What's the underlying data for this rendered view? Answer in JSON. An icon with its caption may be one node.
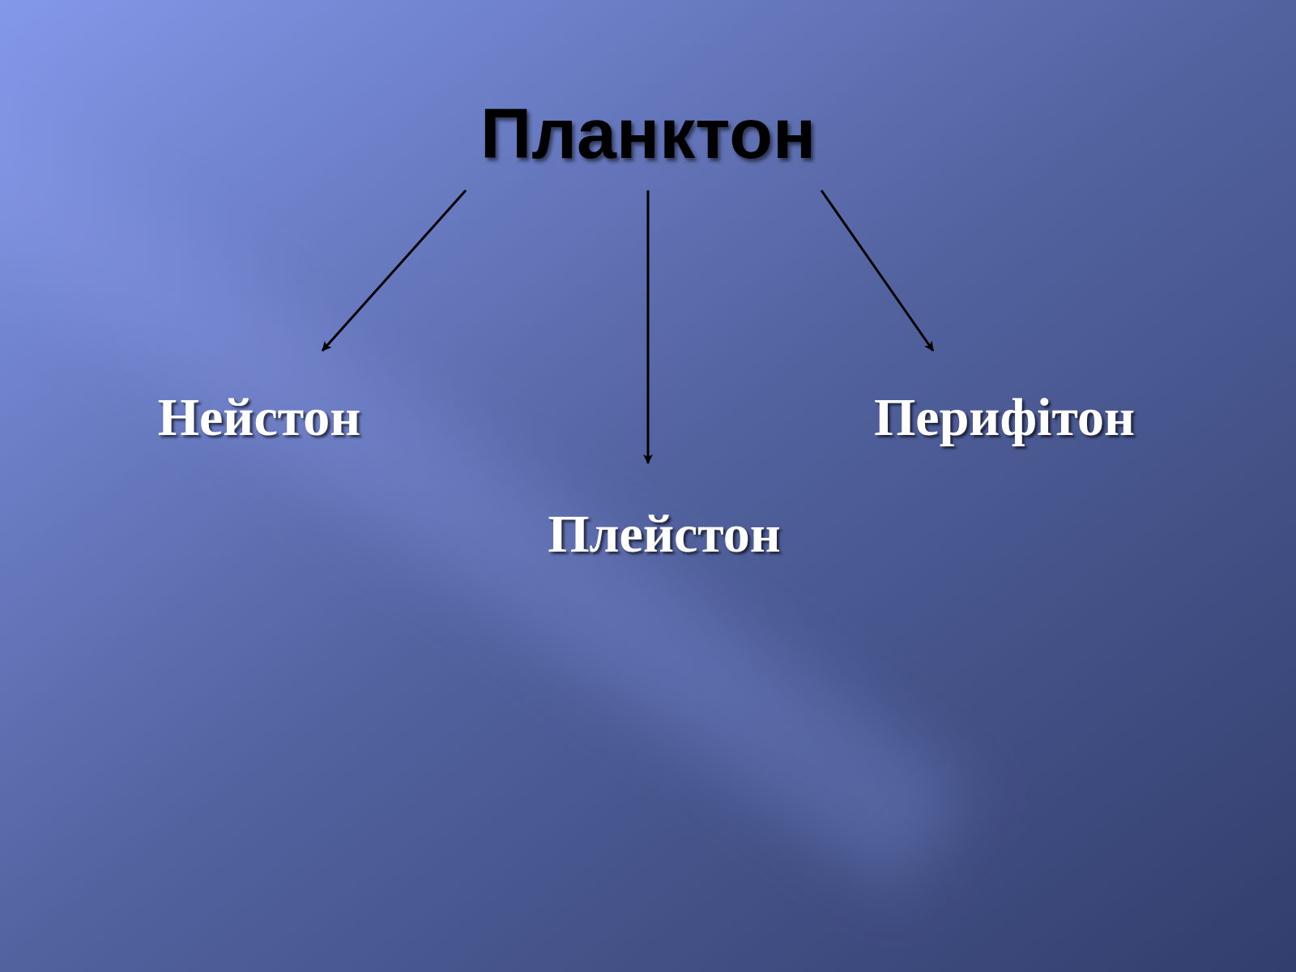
{
  "diagram": {
    "nodes": [
      {
        "text": [
          "Планктон"
        ]
      },
      {
        "text": [
          "Нейстон"
        ]
      },
      {
        "text": [
          "Плейстон"
        ]
      },
      {
        "text": [
          "Перифітон"
        ]
      }
    ],
    "edges": [
      {
        "from": 0,
        "to": 1,
        "arrow": "to"
      },
      {
        "from": 0,
        "to": 2,
        "arrow": "to"
      },
      {
        "from": 0,
        "to": 3,
        "arrow": "to"
      }
    ]
  }
}
